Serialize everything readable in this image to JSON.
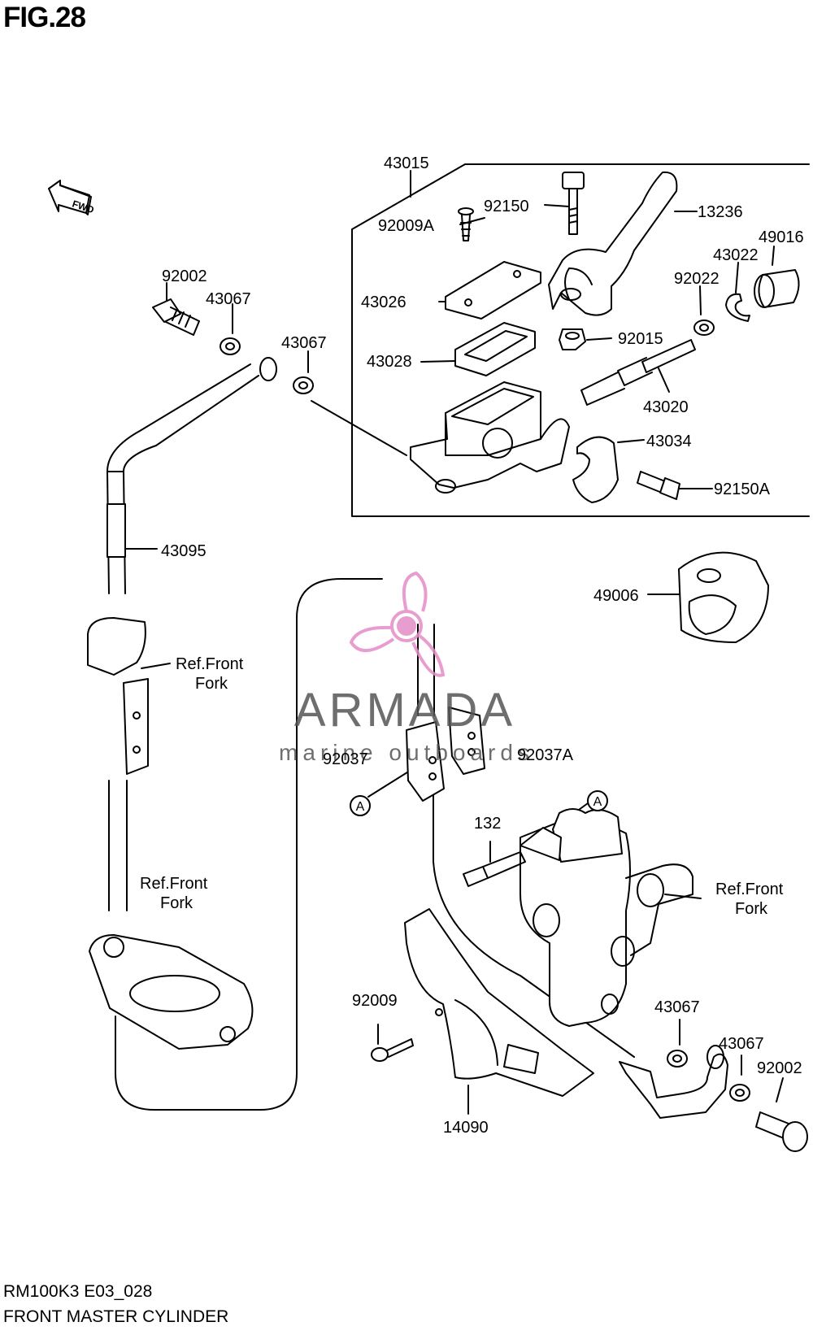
{
  "figure_title": "FIG.28",
  "diagram_code": "RM100K3 E03_028",
  "diagram_name": "FRONT MASTER CYLINDER",
  "fwd_label": "FWD",
  "callout_letter": "A",
  "ref_label_line1": "Ref.Front",
  "ref_label_line2": "Fork",
  "watermark": {
    "brand": "ARMADA",
    "sub": "marine outboards",
    "color": "#e58cc7"
  },
  "parts": [
    {
      "id": "43015"
    },
    {
      "id": "92150"
    },
    {
      "id": "13236"
    },
    {
      "id": "92009A"
    },
    {
      "id": "49016"
    },
    {
      "id": "43022"
    },
    {
      "id": "92022"
    },
    {
      "id": "43026"
    },
    {
      "id": "92015"
    },
    {
      "id": "43028"
    },
    {
      "id": "43020"
    },
    {
      "id": "43034"
    },
    {
      "id": "92150A"
    },
    {
      "id": "92002"
    },
    {
      "id": "43067"
    },
    {
      "id": "43095"
    },
    {
      "id": "49006"
    },
    {
      "id": "92037"
    },
    {
      "id": "92037A"
    },
    {
      "id": "132"
    },
    {
      "id": "92009"
    },
    {
      "id": "14090"
    }
  ]
}
